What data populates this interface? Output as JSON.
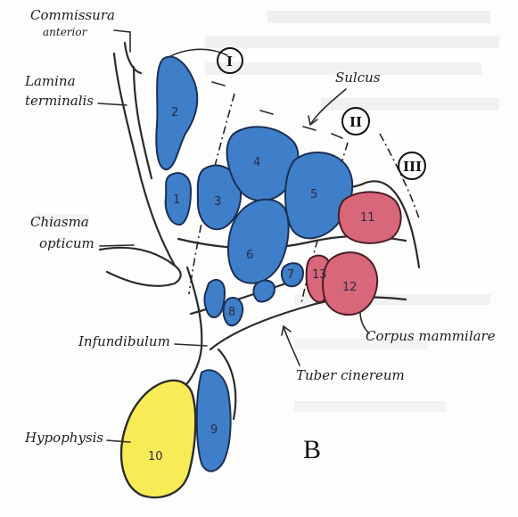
{
  "labels": {
    "commissura": [
      "Commissura",
      "anterior"
    ],
    "lamina": [
      "Lamina",
      "terminalis"
    ],
    "chiasma": [
      "Chiasma",
      "opticum"
    ],
    "infundibulum": "Infundibulum",
    "hypophysis": "Hypophysis",
    "sulcus": "Sulcus",
    "tuber": "Tuber cinereum",
    "mammilare": "Corpus mammilare"
  },
  "zones": [
    "I",
    "II",
    "III"
  ],
  "nuclei": [
    "1",
    "2",
    "3",
    "4",
    "5",
    "6",
    "7",
    "8",
    "9",
    "10",
    "11",
    "12",
    "13"
  ],
  "panel_letter": "B",
  "colors": {
    "blue_nucleus": "#3f7fc9",
    "red_nucleus": "#d9677a",
    "yellow_hypophysis": "#f7ec56",
    "outline": "#2b2b2b"
  }
}
